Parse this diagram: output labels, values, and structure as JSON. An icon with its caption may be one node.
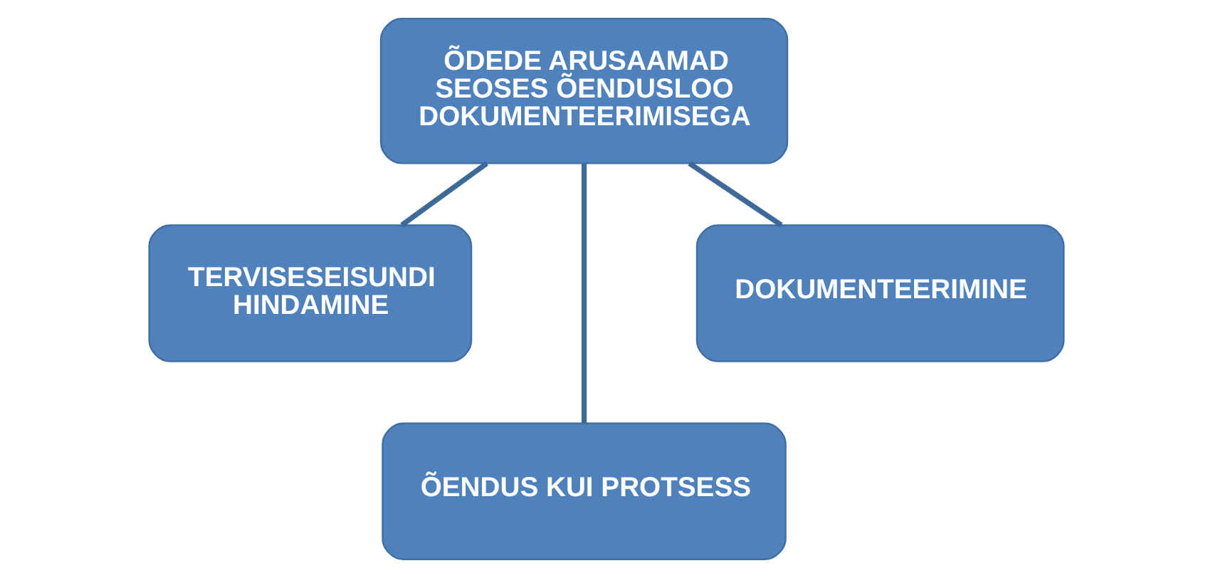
{
  "diagram": {
    "nodes": [
      {
        "text": [
          "ÕDEDE ARUSAAMAD SEOSES ÕENDUSLOO DOKUMENTEERIMISEGA"
        ]
      },
      {
        "text": [
          "TERVISESEISUNDI HINDAMINE"
        ]
      },
      {
        "text": [
          "ÕENDUS KUI PROTSESS"
        ]
      },
      {
        "text": [
          "DOKUMENTEERIMINE"
        ]
      }
    ],
    "edges": [
      {
        "from": 0,
        "to": 1,
        "arrow": "none"
      },
      {
        "from": 0,
        "to": 2,
        "arrow": "none"
      },
      {
        "from": 0,
        "to": 3,
        "arrow": "none"
      }
    ]
  }
}
